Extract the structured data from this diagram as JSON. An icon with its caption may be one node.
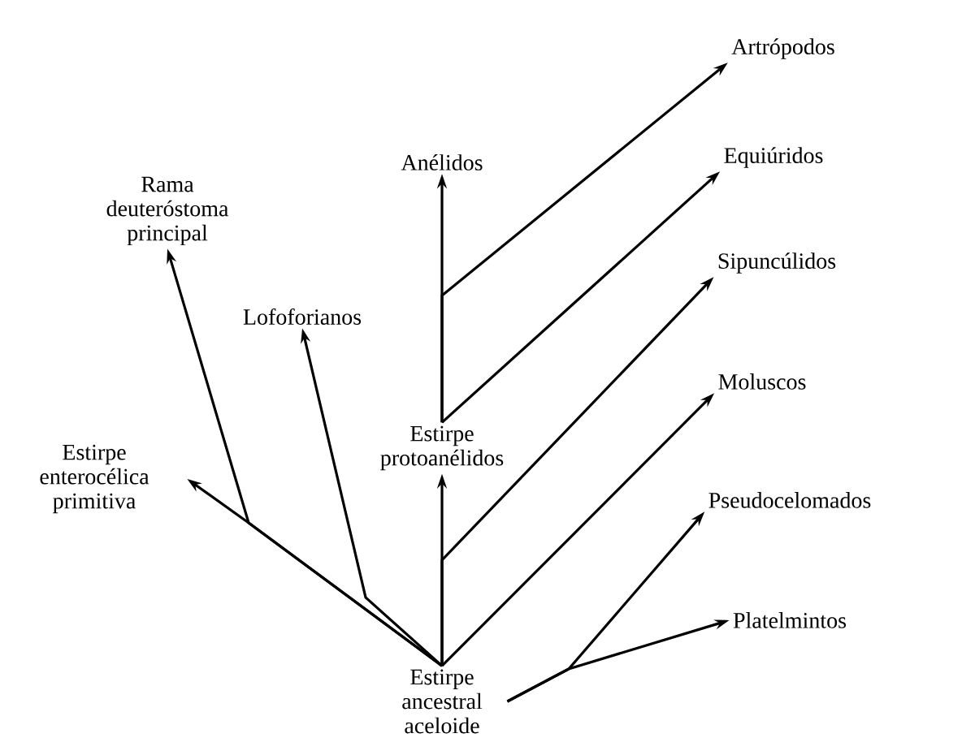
{
  "diagram": {
    "nodes": [
      {
        "text": [
          "Artrópodos"
        ]
      },
      {
        "text": [
          "Anélidos"
        ]
      },
      {
        "text": [
          "Equiúridos"
        ]
      },
      {
        "text": [
          "Rama deuteróstoma principal"
        ]
      },
      {
        "text": [
          "Sipuncúlidos"
        ]
      },
      {
        "text": [
          "Lofoforianos"
        ]
      },
      {
        "text": [
          "Moluscos"
        ]
      },
      {
        "text": [
          "Estirpe protoanélidos"
        ]
      },
      {
        "text": [
          "Estirpe enterocélica primitiva"
        ]
      },
      {
        "text": [
          "Pseudocelomados"
        ]
      },
      {
        "text": [
          "Platelmintos"
        ]
      },
      {
        "text": [
          "Estirpe ancestral aceloide"
        ]
      }
    ],
    "edges": [
      {
        "from": 11,
        "to": 7,
        "arrow": "to"
      },
      {
        "from": 11,
        "to": 4,
        "arrow": "to"
      },
      {
        "from": 11,
        "to": 6,
        "arrow": "to"
      },
      {
        "from": 11,
        "to": 8,
        "arrow": "to"
      },
      {
        "from": 11,
        "to": 3,
        "arrow": "to"
      },
      {
        "from": 11,
        "to": 5,
        "arrow": "to"
      },
      {
        "from": 11,
        "to": 9,
        "arrow": "to"
      },
      {
        "from": 11,
        "to": 10,
        "arrow": "to"
      },
      {
        "from": 7,
        "to": 1,
        "arrow": "to"
      },
      {
        "from": 7,
        "to": 2,
        "arrow": "to"
      },
      {
        "from": 7,
        "to": 0,
        "arrow": "to"
      }
    ]
  }
}
